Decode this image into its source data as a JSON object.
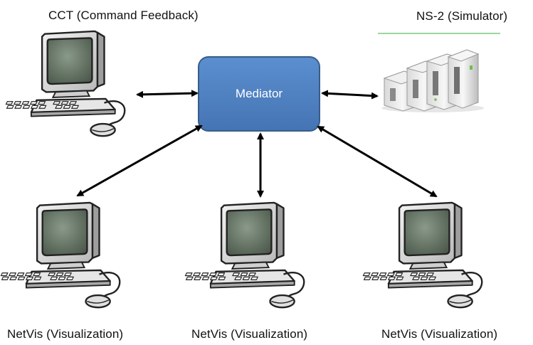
{
  "labels": {
    "top_left": "CCT (Command Feedback)",
    "top_right": "NS-2 (Simulator)",
    "mediator": "Mediator",
    "bottom_left": "NetVis (Visualization)",
    "bottom_center": "NetVis (Visualization)",
    "bottom_right": "NetVis (Visualization)"
  },
  "colors": {
    "mediator_fill": "#4F81BD",
    "mediator_stroke": "#385D8A",
    "arrow": "#000000",
    "separator_line": "#7CC97C"
  },
  "icons": {
    "workstation": "desktop-computer-icon",
    "simulator": "server-rack-icon"
  }
}
